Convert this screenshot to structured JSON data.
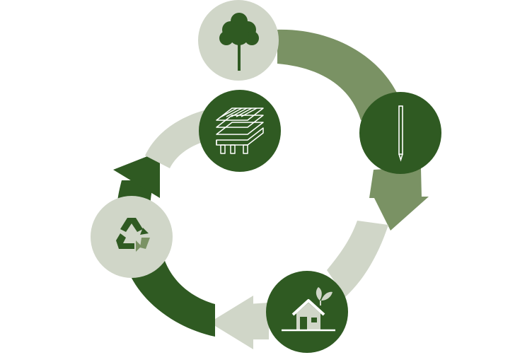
{
  "diagram": {
    "type": "lifecycle-loop",
    "colors": {
      "dark_green": "#2f5a22",
      "mid_green": "#7a9264",
      "light_sage": "#d0d6c8",
      "background": "#ffffff"
    },
    "steps": [
      {
        "order": 1,
        "icon": "tree-icon",
        "circle": "light"
      },
      {
        "order": 2,
        "icon": "timber-post-icon",
        "circle": "dark"
      },
      {
        "order": 3,
        "icon": "eco-house-icon",
        "circle": "dark"
      },
      {
        "order": 4,
        "icon": "recycle-icon",
        "circle": "light"
      },
      {
        "order": 5,
        "icon": "pallet-icon",
        "circle": "dark"
      }
    ],
    "arrows": [
      {
        "from": 1,
        "to": 2,
        "color": "mid_green"
      },
      {
        "from": 2,
        "to": 3,
        "color": "mid_green"
      },
      {
        "from": 3,
        "to": 4,
        "color": "light_sage"
      },
      {
        "from": 4,
        "to": 5,
        "color": "dark_green"
      },
      {
        "from": 5,
        "to": 4,
        "color": "light_sage"
      }
    ]
  }
}
